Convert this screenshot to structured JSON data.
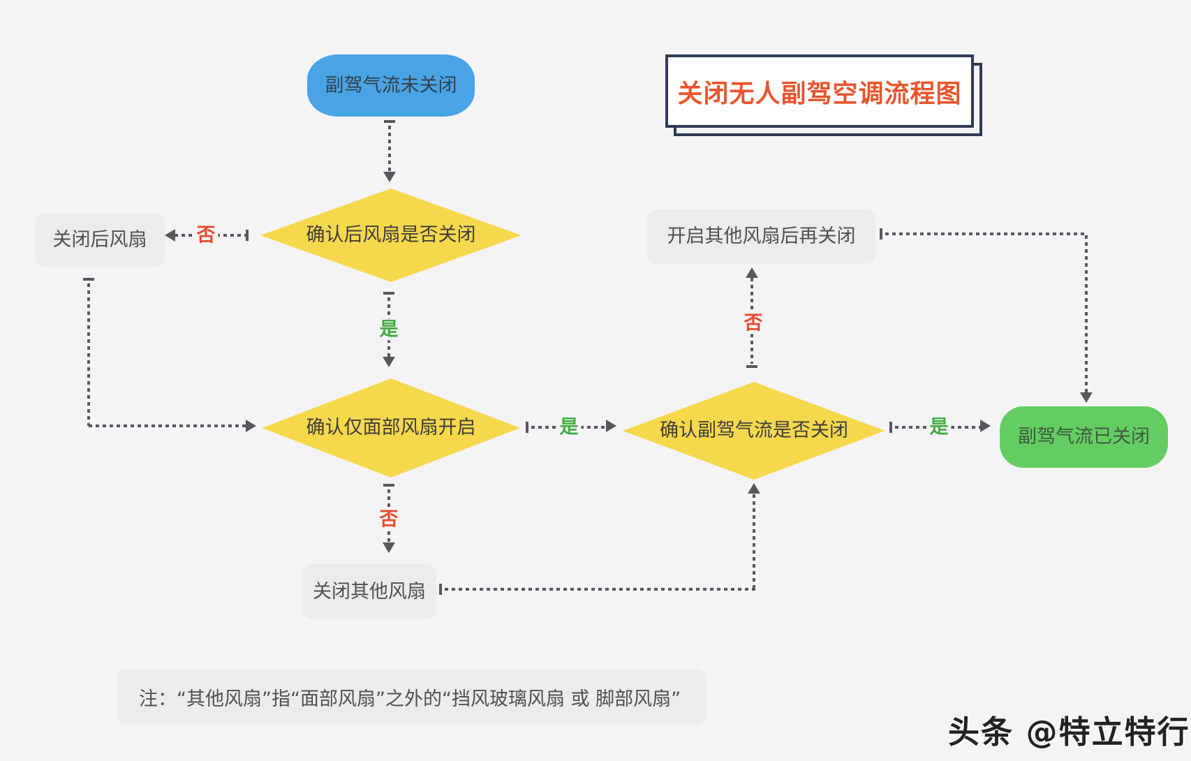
{
  "title": {
    "text": "关闭无人副驾空调流程图"
  },
  "nodes": {
    "start": "副驾气流未关闭",
    "decision_rear_fan": "确认后风扇是否关闭",
    "close_rear_fan": "关闭后风扇",
    "decision_face_fan": "确认仅面部风扇开启",
    "open_other_fans": "开启其他风扇后再关闭",
    "decision_airflow": "确认副驾气流是否关闭",
    "close_other_fans": "关闭其他风扇",
    "end": "副驾气流已关闭"
  },
  "labels": {
    "yes": "是",
    "no": "否"
  },
  "note": "注：“其他风扇”指“面部风扇”之外的“挡风玻璃风扇 或 脚部风扇”",
  "watermark": "头条 @特立特行",
  "colors": {
    "background": "#f4f4f6",
    "start_blue": "#49a4e6",
    "diamond_yellow": "#f6d84c",
    "end_green": "#64cd62",
    "box_gray": "#ececec",
    "line_gray": "#55585c",
    "yes_green": "#45ab42",
    "no_red": "#e84a2d",
    "title_text": "#e8552e",
    "title_border": "#2e3a57"
  }
}
